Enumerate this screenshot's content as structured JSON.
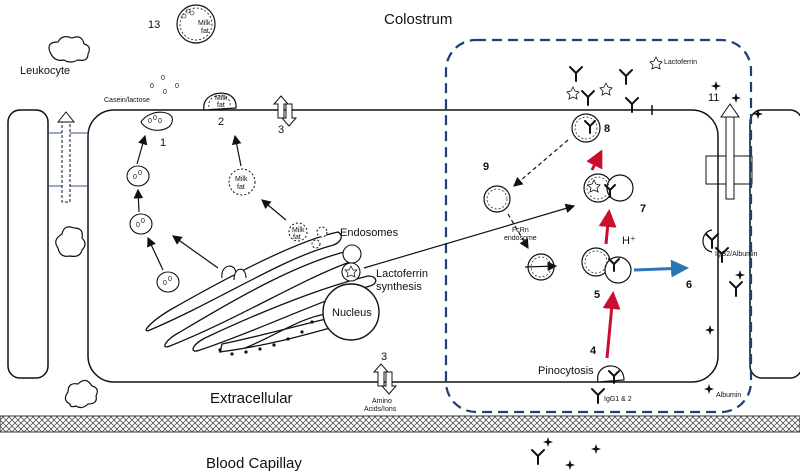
{
  "labels": {
    "colostrum": "Colostrum",
    "extracellular": "Extracellular",
    "blood_capillary": "Blood Capillay",
    "leukocyte": "Leukocyte",
    "casein_lactose": "Casein/lactose",
    "milk_fat_1": "Milk",
    "milk_fat_2": "fat",
    "endosomes": "Endosomes",
    "nucleus": "Nucleus",
    "lactoferrin_synthesis_1": "Lactoferrin",
    "lactoferrin_synthesis_2": "synthesis",
    "lactoferrin": "Lactoferrin",
    "fcrn_endosome_1": "FcRn",
    "fcrn_endosome_2": "endosome",
    "h_plus": "H⁺",
    "pinocytosis": "Pinocytosis",
    "igg1_2": "IgG1 & 2",
    "igg2_albumin": "IgG2/Albumin",
    "albumin": "Albumin",
    "amino_acids_1": "Amino",
    "amino_acids_2": "Acids/Ions"
  },
  "numbers": {
    "n1": "1",
    "n2": "2",
    "n3_top": "3",
    "n3_bottom": "3",
    "n4": "4",
    "n5": "5",
    "n6": "6",
    "n7": "7",
    "n8": "8",
    "n9": "9",
    "n11": "11",
    "n13": "13"
  },
  "colors": {
    "dashed_border": "#1f3f7a",
    "red_arrow": "#c8102e",
    "blue_arrow": "#2e75b6"
  }
}
